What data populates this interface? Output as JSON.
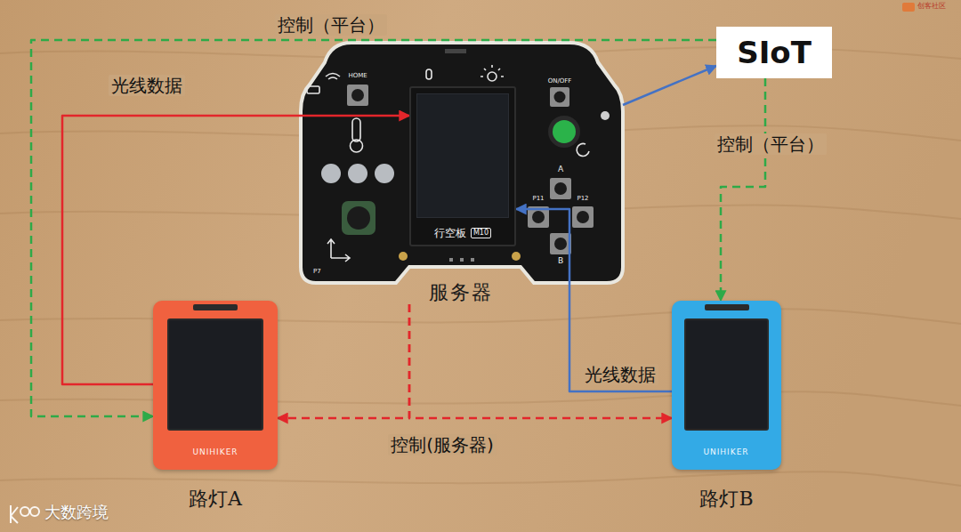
{
  "diagram": {
    "nodes": [
      {
        "text": [
          "服务器"
        ]
      },
      {
        "text": [
          "行空板",
          "M10"
        ],
        "in": 0
      },
      {
        "text": [
          "SIoT"
        ]
      },
      {
        "text": [
          "路灯A"
        ]
      },
      {
        "text": [
          "路灯B"
        ]
      }
    ],
    "edges": [
      {
        "from": 3,
        "to": 1,
        "arrow": "to",
        "label": "光线数据"
      },
      {
        "from": 4,
        "to": 1,
        "arrow": "to",
        "label": "光线数据"
      },
      {
        "from": 0,
        "to": 2,
        "arrow": "to"
      },
      {
        "from": 2,
        "to": 3,
        "arrow": "to",
        "label": "控制（平台）"
      },
      {
        "from": 2,
        "to": 4,
        "arrow": "to",
        "label": "控制（平台）"
      },
      {
        "from": 0,
        "to": 3,
        "arrow": "to"
      },
      {
        "from": 0,
        "to": 4,
        "arrow": "to",
        "label": "控制(服务器)"
      }
    ],
    "labels": [
      "HOME",
      "ON/OFF",
      "A",
      "B",
      "P11",
      "P12",
      "P7",
      "UNIHIKER",
      "UNIHIKER",
      "大数跨境",
      "创客社区"
    ]
  }
}
